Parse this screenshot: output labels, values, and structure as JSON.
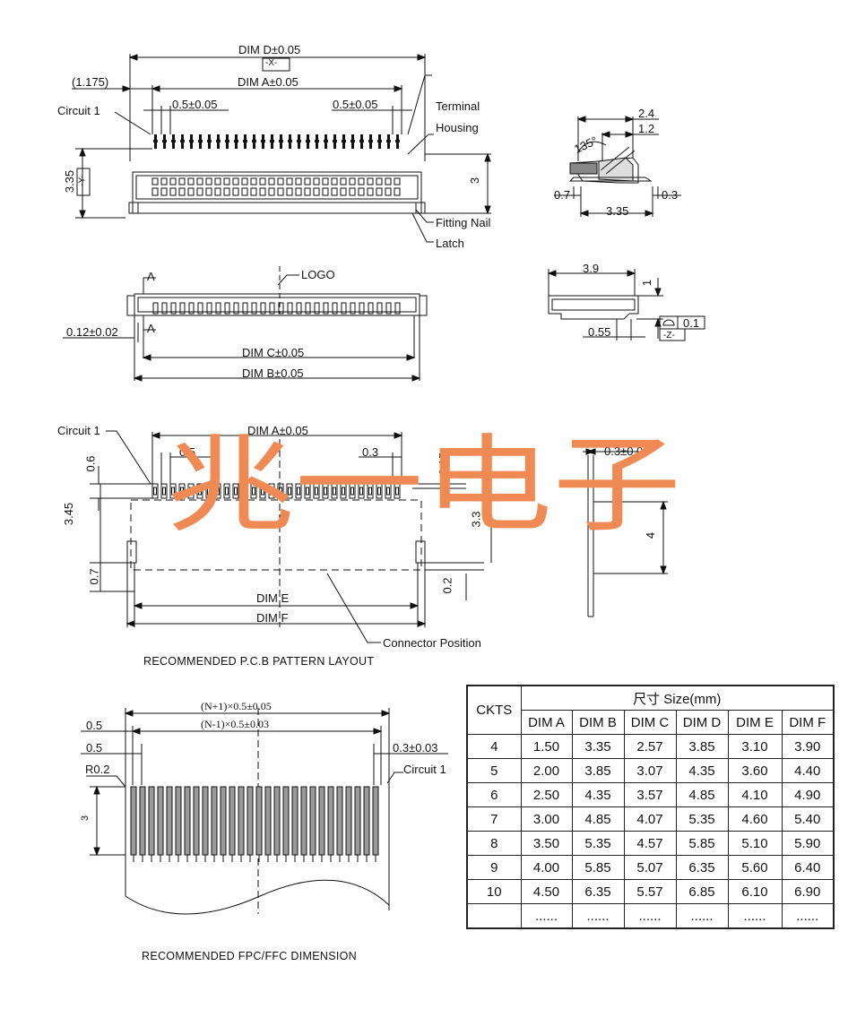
{
  "top_view": {
    "dim_d": "DIM D±0.05",
    "datum_x": "-X-",
    "offset": "(1.175)",
    "dim_a": "DIM A±0.05",
    "pitch_left": "0.5±0.05",
    "pitch_right": "0.5±0.05",
    "circuit1": "Circuit 1",
    "terminal": "Terminal",
    "housing": "Housing",
    "height": "3.35",
    "datum_y": "-Y-",
    "depth": "3",
    "fitting_nail": "Fitting Nail",
    "latch": "Latch"
  },
  "front_view": {
    "logo": "LOGO",
    "section_a_top": "A",
    "section_a_bottom": "A",
    "thickness": "0.12±0.02",
    "dim_c": "DIM C±0.05",
    "dim_b": "DIM B±0.05"
  },
  "side_view": {
    "d24": "2.4",
    "d12": "1.2",
    "angle": "135°",
    "d07": "0.7",
    "d03": "0.3",
    "d335": "3.35"
  },
  "side_view2": {
    "d39": "3.9",
    "d1": "1",
    "d055": "0.55",
    "flatness": "0.1",
    "datum_z": "-Z-"
  },
  "pcb": {
    "circuit1": "Circuit 1",
    "dim_a": "DIM A±0.05",
    "pitch": "0.5",
    "pad_width": "0.3",
    "d06": "0.6",
    "d015": "0.15",
    "d345": "3.45",
    "d33": "3.3",
    "d07": "0.7",
    "d02": "0.2",
    "dim_e": "DIM E",
    "dim_f": "DIM F",
    "connector_position": "Connector Position",
    "caption": "RECOMMENDED P.C.B PATTERN LAYOUT",
    "side_pad": "0.3±0.03",
    "side_height": "4"
  },
  "fpc": {
    "total": "(N+1)×0.5±0.05",
    "inner": "(N-1)×0.5±0.03",
    "d05a": "0.5",
    "d05b": "0.5",
    "finger": "0.3±0.03",
    "radius": "R0.2",
    "circuit1": "Circuit 1",
    "length": "3",
    "caption": "RECOMMENDED FPC/FFC DIMENSION"
  },
  "watermark": "兆一电子",
  "table": {
    "header_ckts": "CKTS",
    "header_size": "尺寸 Size(mm)",
    "columns": [
      "DIM A",
      "DIM B",
      "DIM C",
      "DIM D",
      "DIM E",
      "DIM F"
    ],
    "rows": [
      [
        "4",
        "1.50",
        "3.35",
        "2.57",
        "3.85",
        "3.10",
        "3.90"
      ],
      [
        "5",
        "2.00",
        "3.85",
        "3.07",
        "4.35",
        "3.60",
        "4.40"
      ],
      [
        "6",
        "2.50",
        "4.35",
        "3.57",
        "4.85",
        "4.10",
        "4.90"
      ],
      [
        "7",
        "3.00",
        "4.85",
        "4.07",
        "5.35",
        "4.60",
        "5.40"
      ],
      [
        "8",
        "3.50",
        "5.35",
        "4.57",
        "5.85",
        "5.10",
        "5.90"
      ],
      [
        "9",
        "4.00",
        "5.85",
        "5.07",
        "6.35",
        "5.60",
        "6.40"
      ],
      [
        "10",
        "4.50",
        "6.35",
        "5.57",
        "6.85",
        "6.10",
        "6.90"
      ],
      [
        "",
        "......",
        "......",
        "......",
        "......",
        "......",
        "......"
      ]
    ]
  },
  "colors": {
    "ink": "#111111",
    "watermark": "#f08a55"
  }
}
